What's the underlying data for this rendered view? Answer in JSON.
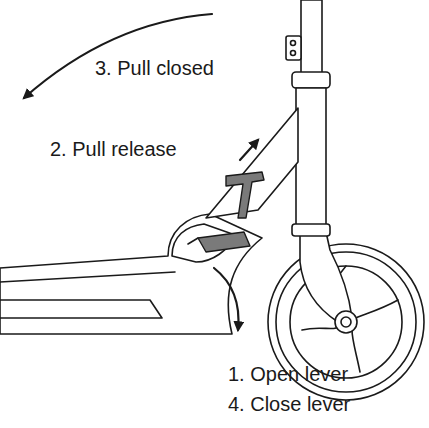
{
  "diagram": {
    "labels": [
      "3. Pull closed",
      "2. Pull release",
      "1. Open lever",
      "4. Close lever"
    ]
  }
}
